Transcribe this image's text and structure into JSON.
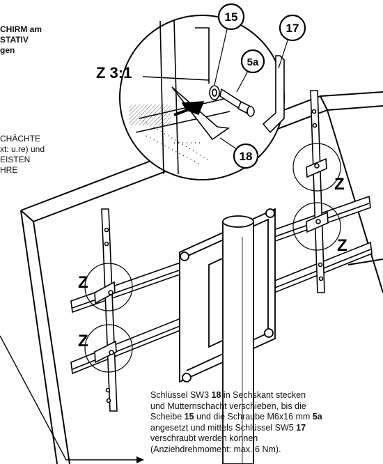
{
  "heading_lines": [
    "CHIRM am",
    "STATIV",
    "gen"
  ],
  "detail_zoom_label": "Z 3:1",
  "left_note_lines": [
    "CHÄCHTE",
    "xt: u.re) und",
    "EISTEN",
    "HRE"
  ],
  "callouts": {
    "c15": "15",
    "c17": "17",
    "c5a": "5a",
    "c18": "18"
  },
  "z_labels": [
    "Z",
    "Z",
    "Z",
    "Z"
  ],
  "instruction": {
    "l1a": "Schlüssel SW3 ",
    "l1b": "18",
    "l1c": " in Sechskant stecken",
    "l2": "und Mutternschacht verschieben, bis die",
    "l3a": "Scheibe ",
    "l3b": "15",
    "l3c": " und die Schraube M6x16 mm ",
    "l3d": "5a",
    "l4a": "angesetzt und mittels Schlüssel SW5 ",
    "l4b": "17",
    "l5": "verschraubt werden können",
    "l6": "(Anziehdrehmoment: max. 6 Nm)."
  }
}
